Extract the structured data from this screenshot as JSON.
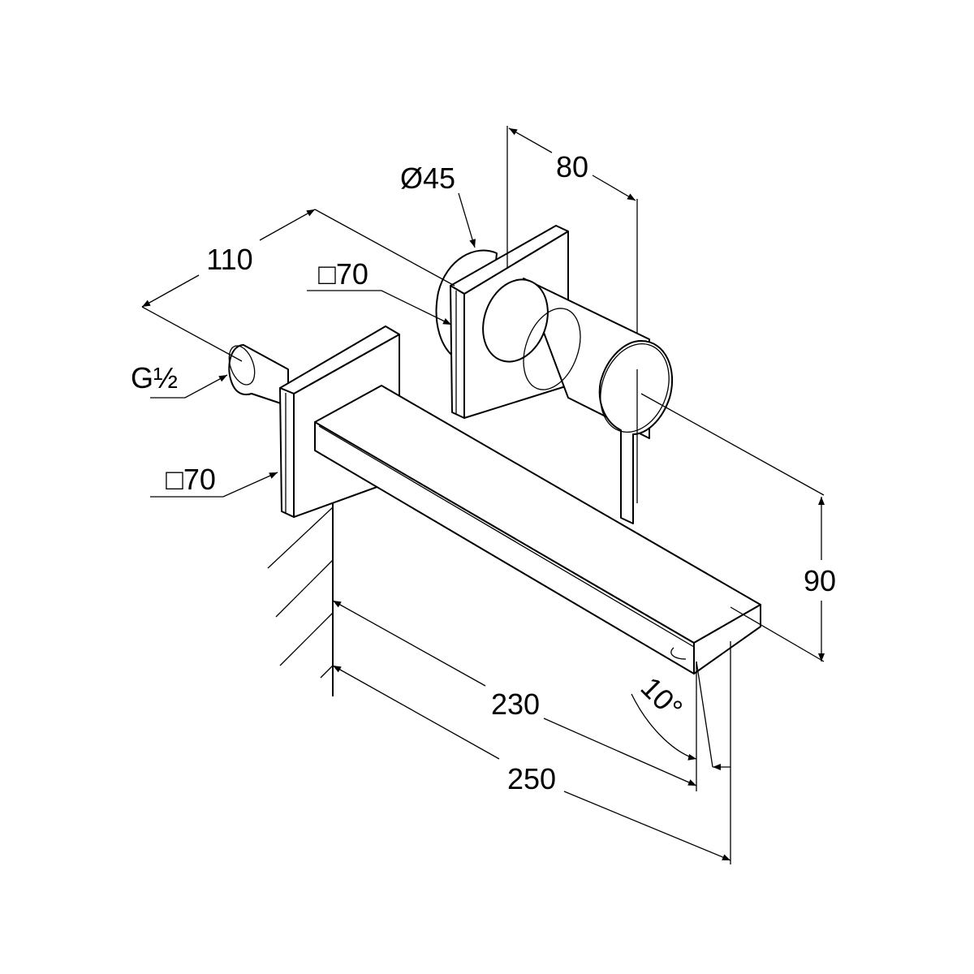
{
  "dimensions": {
    "handle_depth": "80",
    "handle_diameter": "Ø45",
    "spacing": "110",
    "plate_upper": "□70",
    "connection": "G½",
    "plate_lower": "□70",
    "height": "90",
    "projection_inner": "230",
    "projection_outer": "250",
    "spout_angle": "10°"
  },
  "colors": {
    "line": "#000000",
    "background": "#ffffff"
  }
}
